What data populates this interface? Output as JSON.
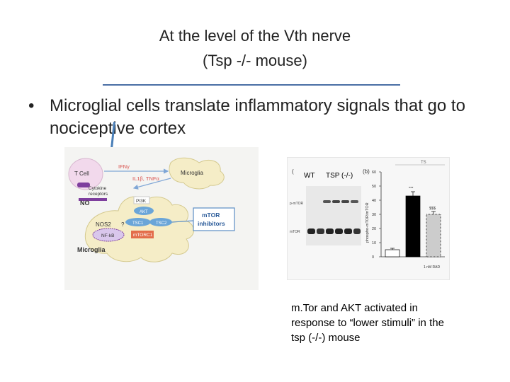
{
  "slide": {
    "title_line1": "At the level of the Vth nerve",
    "title_line2": "(Tsp -/- mouse)",
    "bullet_symbol": "•",
    "bullet_text": "Microglial cells translate inflammatory signals that go to nociceptive cortex",
    "caption": "m.Tor and AKT activated in response to “lower stimuli” in the tsp (-/-) mouse"
  },
  "figure_left": {
    "t_cell": "T Cell",
    "ifn": "IFNγ",
    "il_tnf": "IL1β, TNFα",
    "microglia_top": "Microglia",
    "cytokine": "Cytokine",
    "receptors": "receptors",
    "no": "NO",
    "pi3k": "PI3K",
    "akt": "AKT",
    "nos2": "NOS2",
    "tsc1": "TSC1",
    "tsc2": "TSC2",
    "nfkb": "NF-kB",
    "mtorc1": "mTORC1",
    "q": "?",
    "mtor": "mTOR",
    "inhibitors": "inhibitors",
    "microglia_bottom": "Microglia"
  },
  "figure_right": {
    "panel_a": "(",
    "wt": "WT",
    "tsp": "TSP (-/-)",
    "panel_b": "(b)",
    "top_label": "TS",
    "ylabel": "phospho-mTOR/mTOR",
    "row1": "p-mTOR",
    "row2": "mTOR",
    "y_ticks": [
      "60",
      "50",
      "40",
      "30",
      "20",
      "10",
      "0"
    ],
    "x_label": "1 nM RAD",
    "stars_bar2": "***",
    "stars_bar3": "$$$"
  },
  "chart_data": {
    "type": "bar",
    "categories": [
      "",
      "",
      ""
    ],
    "values": [
      5,
      43,
      30
    ],
    "errors": [
      1,
      3,
      2
    ],
    "ylim": [
      0,
      60
    ],
    "ylabel": "phospho-mTOR/mTOR",
    "colors": [
      "#ffffff",
      "#000000",
      "#cccccc"
    ]
  }
}
